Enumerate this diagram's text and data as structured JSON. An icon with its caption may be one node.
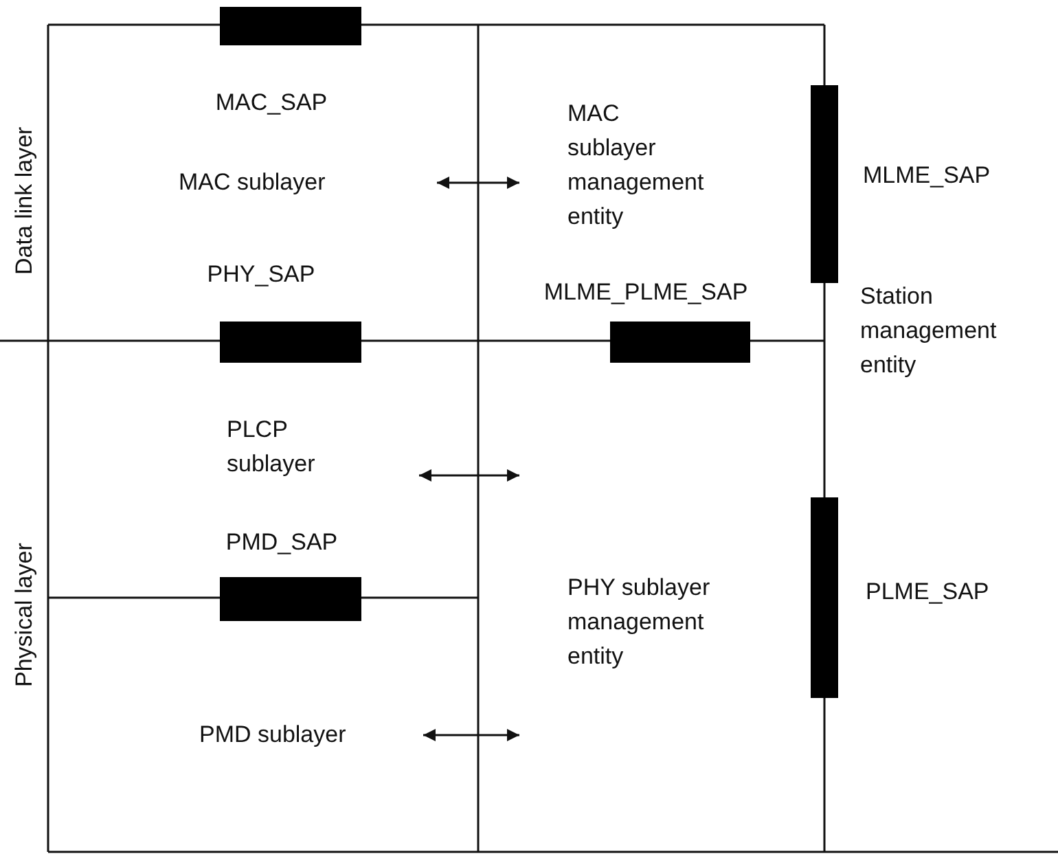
{
  "diagram": {
    "nodes": [
      {
        "text": [
          "MAC_SAP"
        ]
      },
      {
        "text": [
          "MAC sublayer"
        ]
      },
      {
        "text": [
          "MAC sublayer management entity"
        ]
      },
      {
        "text": [
          "MLME_SAP"
        ]
      },
      {
        "text": [
          "PHY_SAP"
        ]
      },
      {
        "text": [
          "MLME_PLME_SAP"
        ]
      },
      {
        "text": [
          "Station management entity"
        ]
      },
      {
        "text": [
          "PLCP sublayer"
        ]
      },
      {
        "text": [
          "PMD_SAP"
        ]
      },
      {
        "text": [
          "PHY sublayer management entity"
        ]
      },
      {
        "text": [
          "PLME_SAP"
        ]
      },
      {
        "text": [
          "PMD sublayer"
        ]
      }
    ],
    "edges": [
      {
        "from": 1,
        "to": 2,
        "arrow": "both"
      },
      {
        "from": 7,
        "to": 9,
        "arrow": "both"
      },
      {
        "from": 11,
        "to": 9,
        "arrow": "both"
      }
    ],
    "labels": [
      "Data link layer",
      "Physical layer"
    ]
  }
}
